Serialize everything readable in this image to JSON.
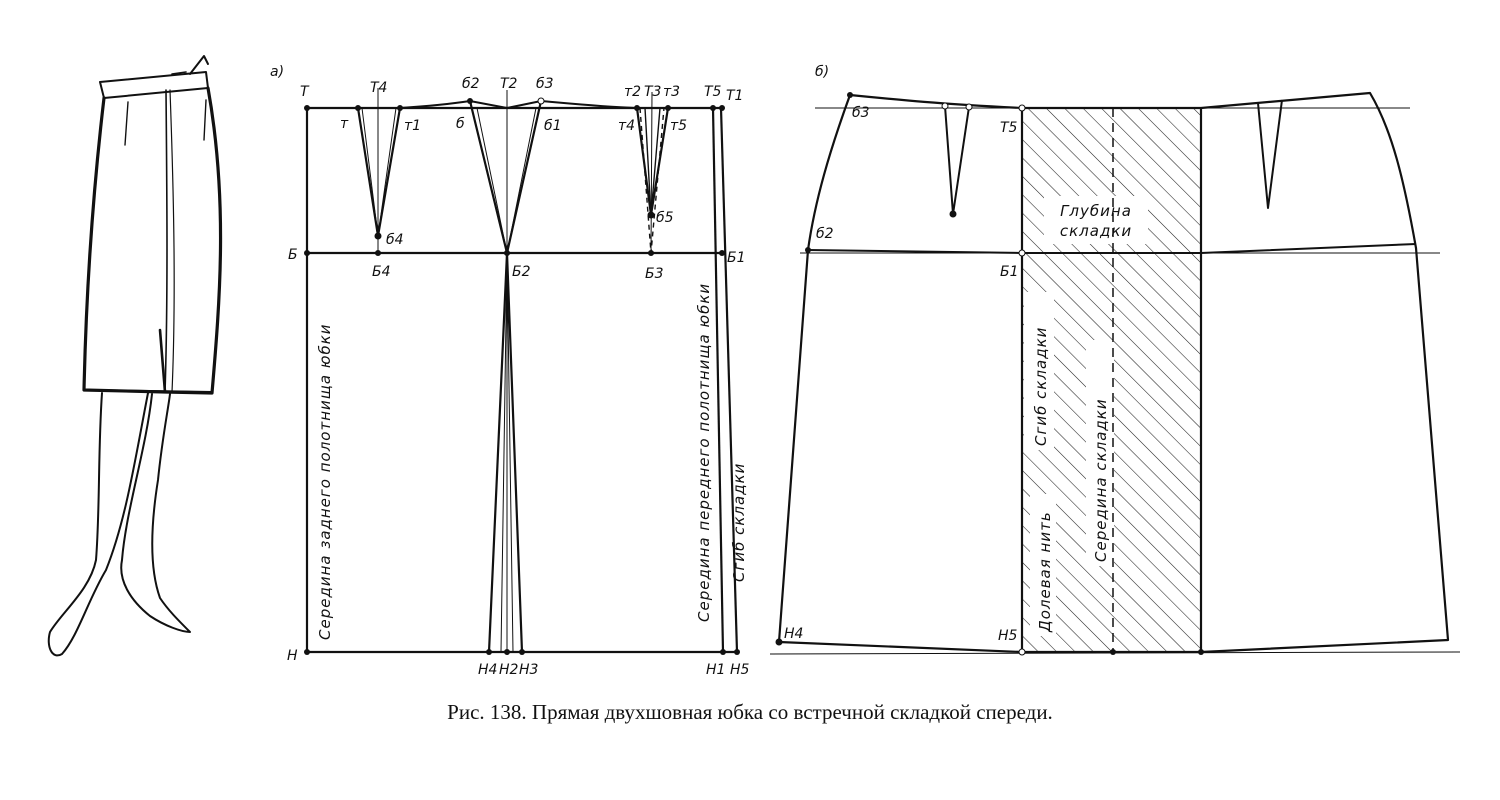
{
  "caption": "Рис. 138. Прямая двухшовная юбка со встречной складкой спереди.",
  "panel_a": {
    "panel_label": "а)",
    "labels": {
      "T": "Т",
      "T4": "Т4",
      "T2": "Т2",
      "T5": "Т5",
      "T1": "Т1",
      "T3p": "Т3",
      "b2": "б2",
      "b3": "б3",
      "b": "б",
      "b1": "б1",
      "t": "т",
      "t1": "т1",
      "t2": "т2",
      "t3": "т3",
      "t4": "т4",
      "t5": "т5",
      "B": "Б",
      "B4": "Б4",
      "B2": "Б2",
      "B3": "Б3",
      "B1": "Б1",
      "b4": "б4",
      "b5": "б5",
      "H": "Н",
      "H4": "Н4",
      "H2": "Н2",
      "H3": "Н3",
      "H1": "Н1",
      "H5": "Н5"
    },
    "vertical_texts": {
      "back_center": "Середина заднего полотнища юбки",
      "front_center": "Середина переднего полотнища юбки",
      "fold": "Сгиб складки"
    }
  },
  "panel_b": {
    "panel_label": "б)",
    "labels": {
      "b3": "б3",
      "T5": "Т5",
      "b2": "б2",
      "B1": "Б1",
      "H4": "Н4",
      "H5": "Н5"
    },
    "box_text_line1": "Глубина",
    "box_text_line2": "складки",
    "vertical_texts": {
      "fold": "Сгиб складки",
      "grain": "Долевая нить",
      "pleat_middle": "Середина складки"
    }
  }
}
